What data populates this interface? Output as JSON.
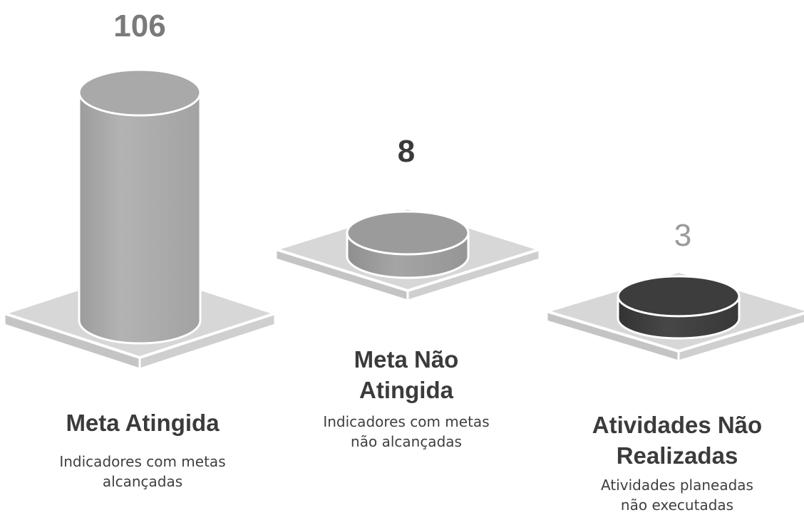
{
  "chart_data": {
    "type": "bar",
    "style": "3d-cylinder-pedestal",
    "categories": [
      "Meta Atingida",
      "Meta Não Atingida",
      "Atividades Não Realizadas"
    ],
    "values": [
      106,
      8,
      3
    ],
    "descriptions": [
      "Indicadores com metas alcançadas",
      "Indicadores com metas não alcançadas",
      "Atividades planeadas não executadas"
    ],
    "value_labels": [
      "106",
      "8",
      "3"
    ],
    "colors": [
      "#a9a9a9",
      "#9b9b9b",
      "#3d3d3d"
    ],
    "value_label_colors": [
      "#777777",
      "#3c3c3c",
      "#9a9a9a"
    ]
  },
  "items": [
    {
      "value": "106",
      "title_lines": [
        "Meta Atingida"
      ],
      "desc_lines": [
        "Indicadores com metas",
        "alcançadas"
      ]
    },
    {
      "value": "8",
      "title_lines": [
        "Meta Não",
        "Atingida"
      ],
      "desc_lines": [
        "Indicadores com metas",
        "não alcançadas"
      ]
    },
    {
      "value": "3",
      "title_lines": [
        "Atividades Não",
        "Realizadas"
      ],
      "desc_lines": [
        "Atividades planeadas",
        "não executadas"
      ]
    }
  ]
}
